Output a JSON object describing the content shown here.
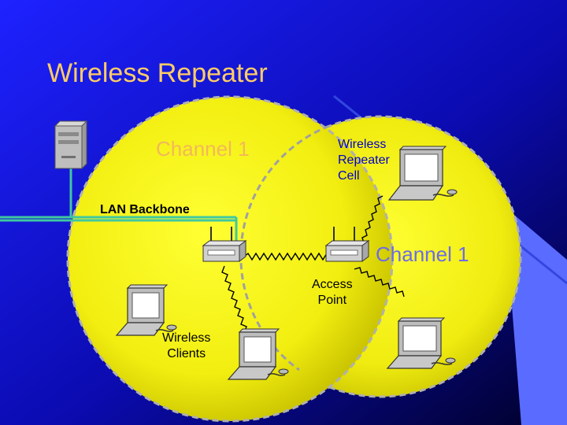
{
  "title": "Wireless Repeater",
  "labels": {
    "channel_left": "Channel 1",
    "channel_right": "Channel 1",
    "repeater_cell": [
      "Wireless",
      "Repeater",
      "Cell"
    ],
    "lan_backbone": "LAN Backbone",
    "access_point": [
      "Access",
      "Point"
    ],
    "wireless_clients": [
      "Wireless",
      "Clients"
    ]
  },
  "colors": {
    "background_light": "#1A1AFF",
    "background_dark": "#000033",
    "title": "#FFCC66",
    "cell_fill": "#FFFF00",
    "lan_line": "#40C8A0"
  }
}
